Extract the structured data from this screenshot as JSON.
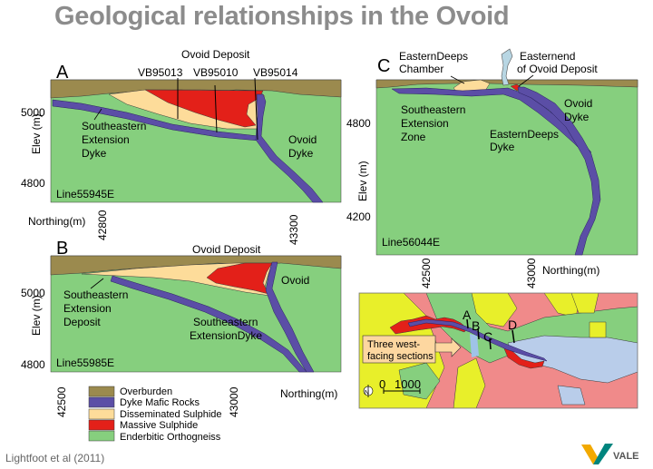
{
  "title": "Geological relationships in the Ovoid",
  "citation": "Lightfoot et al (2011)",
  "logo_text": "VALE",
  "colors": {
    "overburden": "#9b8a4e",
    "dyke": "#5b4ea6",
    "disseminated": "#fddc9a",
    "massive": "#e32019",
    "orthogneiss": "#86cf7e",
    "map_pink": "#f08a8a",
    "map_yellow": "#e8ef2a",
    "map_blue": "#b9cdea",
    "title_gray": "#8c8c8c"
  },
  "sectionA": {
    "letter": "A",
    "deposit_label": "Ovoid Deposit",
    "drillholes": [
      "VB95013",
      "VB95010",
      "VB95014"
    ],
    "dyke_label": [
      "Southeastern",
      "Extension",
      "Dyke"
    ],
    "ovoid_dyke": [
      "Ovoid",
      "Dyke"
    ],
    "line_label": "Line55945E",
    "y_axis_label": "Elev (m)",
    "y_ticks": [
      "5000",
      "4800"
    ],
    "x_axis_label": "Northing(m)",
    "x_ticks": [
      "42800",
      "43300"
    ]
  },
  "sectionB": {
    "letter": "B",
    "deposit_label": "Ovoid Deposit",
    "ovoid_label": "Ovoid",
    "deposit_side_label": [
      "Southeastern",
      "Extension",
      "Deposit"
    ],
    "dyke_label": [
      "Southeastern",
      "ExtensionDyke"
    ],
    "line_label": "Line55985E",
    "y_axis_label": "Elev (m)",
    "y_ticks": [
      "5000",
      "4800"
    ],
    "x_axis_label": "Northing(m)",
    "x_ticks": [
      "42500",
      "43000"
    ]
  },
  "sectionC": {
    "letter": "C",
    "chamber_label": [
      "EasternDeeps",
      "Chamber"
    ],
    "end_label": [
      "Easternend",
      "of Ovoid Deposit"
    ],
    "zone_label": [
      "Southeastern",
      "Extension",
      "Zone"
    ],
    "ed_dyke_label": [
      "EasternDeeps",
      "Dyke"
    ],
    "ovoid_dyke": [
      "Ovoid",
      "Dyke"
    ],
    "line_label": "Line56044E",
    "y_axis_label": "Elev (m)",
    "y_ticks": [
      "4800",
      "4200"
    ],
    "x_axis_label": "Northing(m)",
    "x_ticks": [
      "42500",
      "43000"
    ]
  },
  "map": {
    "section_letters": [
      "A",
      "B",
      "C",
      "D"
    ],
    "callout": [
      "Three west-",
      "facing sections"
    ],
    "north": "N",
    "scale_ticks": [
      "0",
      "1000"
    ]
  },
  "legend": [
    {
      "key": "overburden",
      "label": "Overburden"
    },
    {
      "key": "dyke",
      "label": "Dyke Mafic Rocks"
    },
    {
      "key": "disseminated",
      "label": "Disseminated Sulphide"
    },
    {
      "key": "massive",
      "label": "Massive Sulphide"
    },
    {
      "key": "orthogneiss",
      "label": "Enderbitic Orthogneiss"
    }
  ]
}
